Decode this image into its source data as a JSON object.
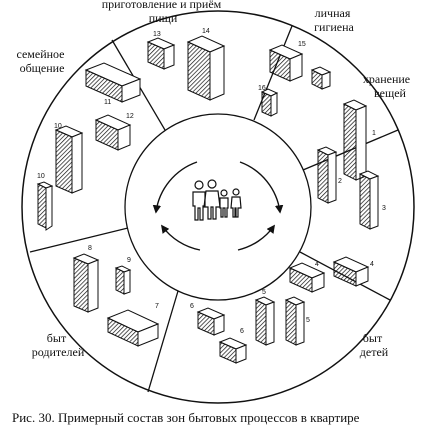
{
  "zones": [
    {
      "id": "cooking",
      "lines": [
        "приготовление и приём",
        "пищи"
      ]
    },
    {
      "id": "hygiene",
      "lines": [
        "личная",
        "гигиена"
      ]
    },
    {
      "id": "storage",
      "lines": [
        "хранение",
        "вещей"
      ]
    },
    {
      "id": "children",
      "lines": [
        "быт",
        "детей"
      ]
    },
    {
      "id": "parents",
      "lines": [
        "быт",
        "родителей"
      ]
    },
    {
      "id": "family",
      "lines": [
        "семейное",
        "общение"
      ]
    }
  ],
  "item_numbers": [
    "1",
    "2",
    "3",
    "4",
    "4",
    "5",
    "5",
    "6",
    "6",
    "7",
    "8",
    "9",
    "10",
    "10",
    "11",
    "12",
    "13",
    "14",
    "15",
    "16"
  ],
  "caption": "Рис. 30. Примерный состав зон бытовых процессов в квартире"
}
